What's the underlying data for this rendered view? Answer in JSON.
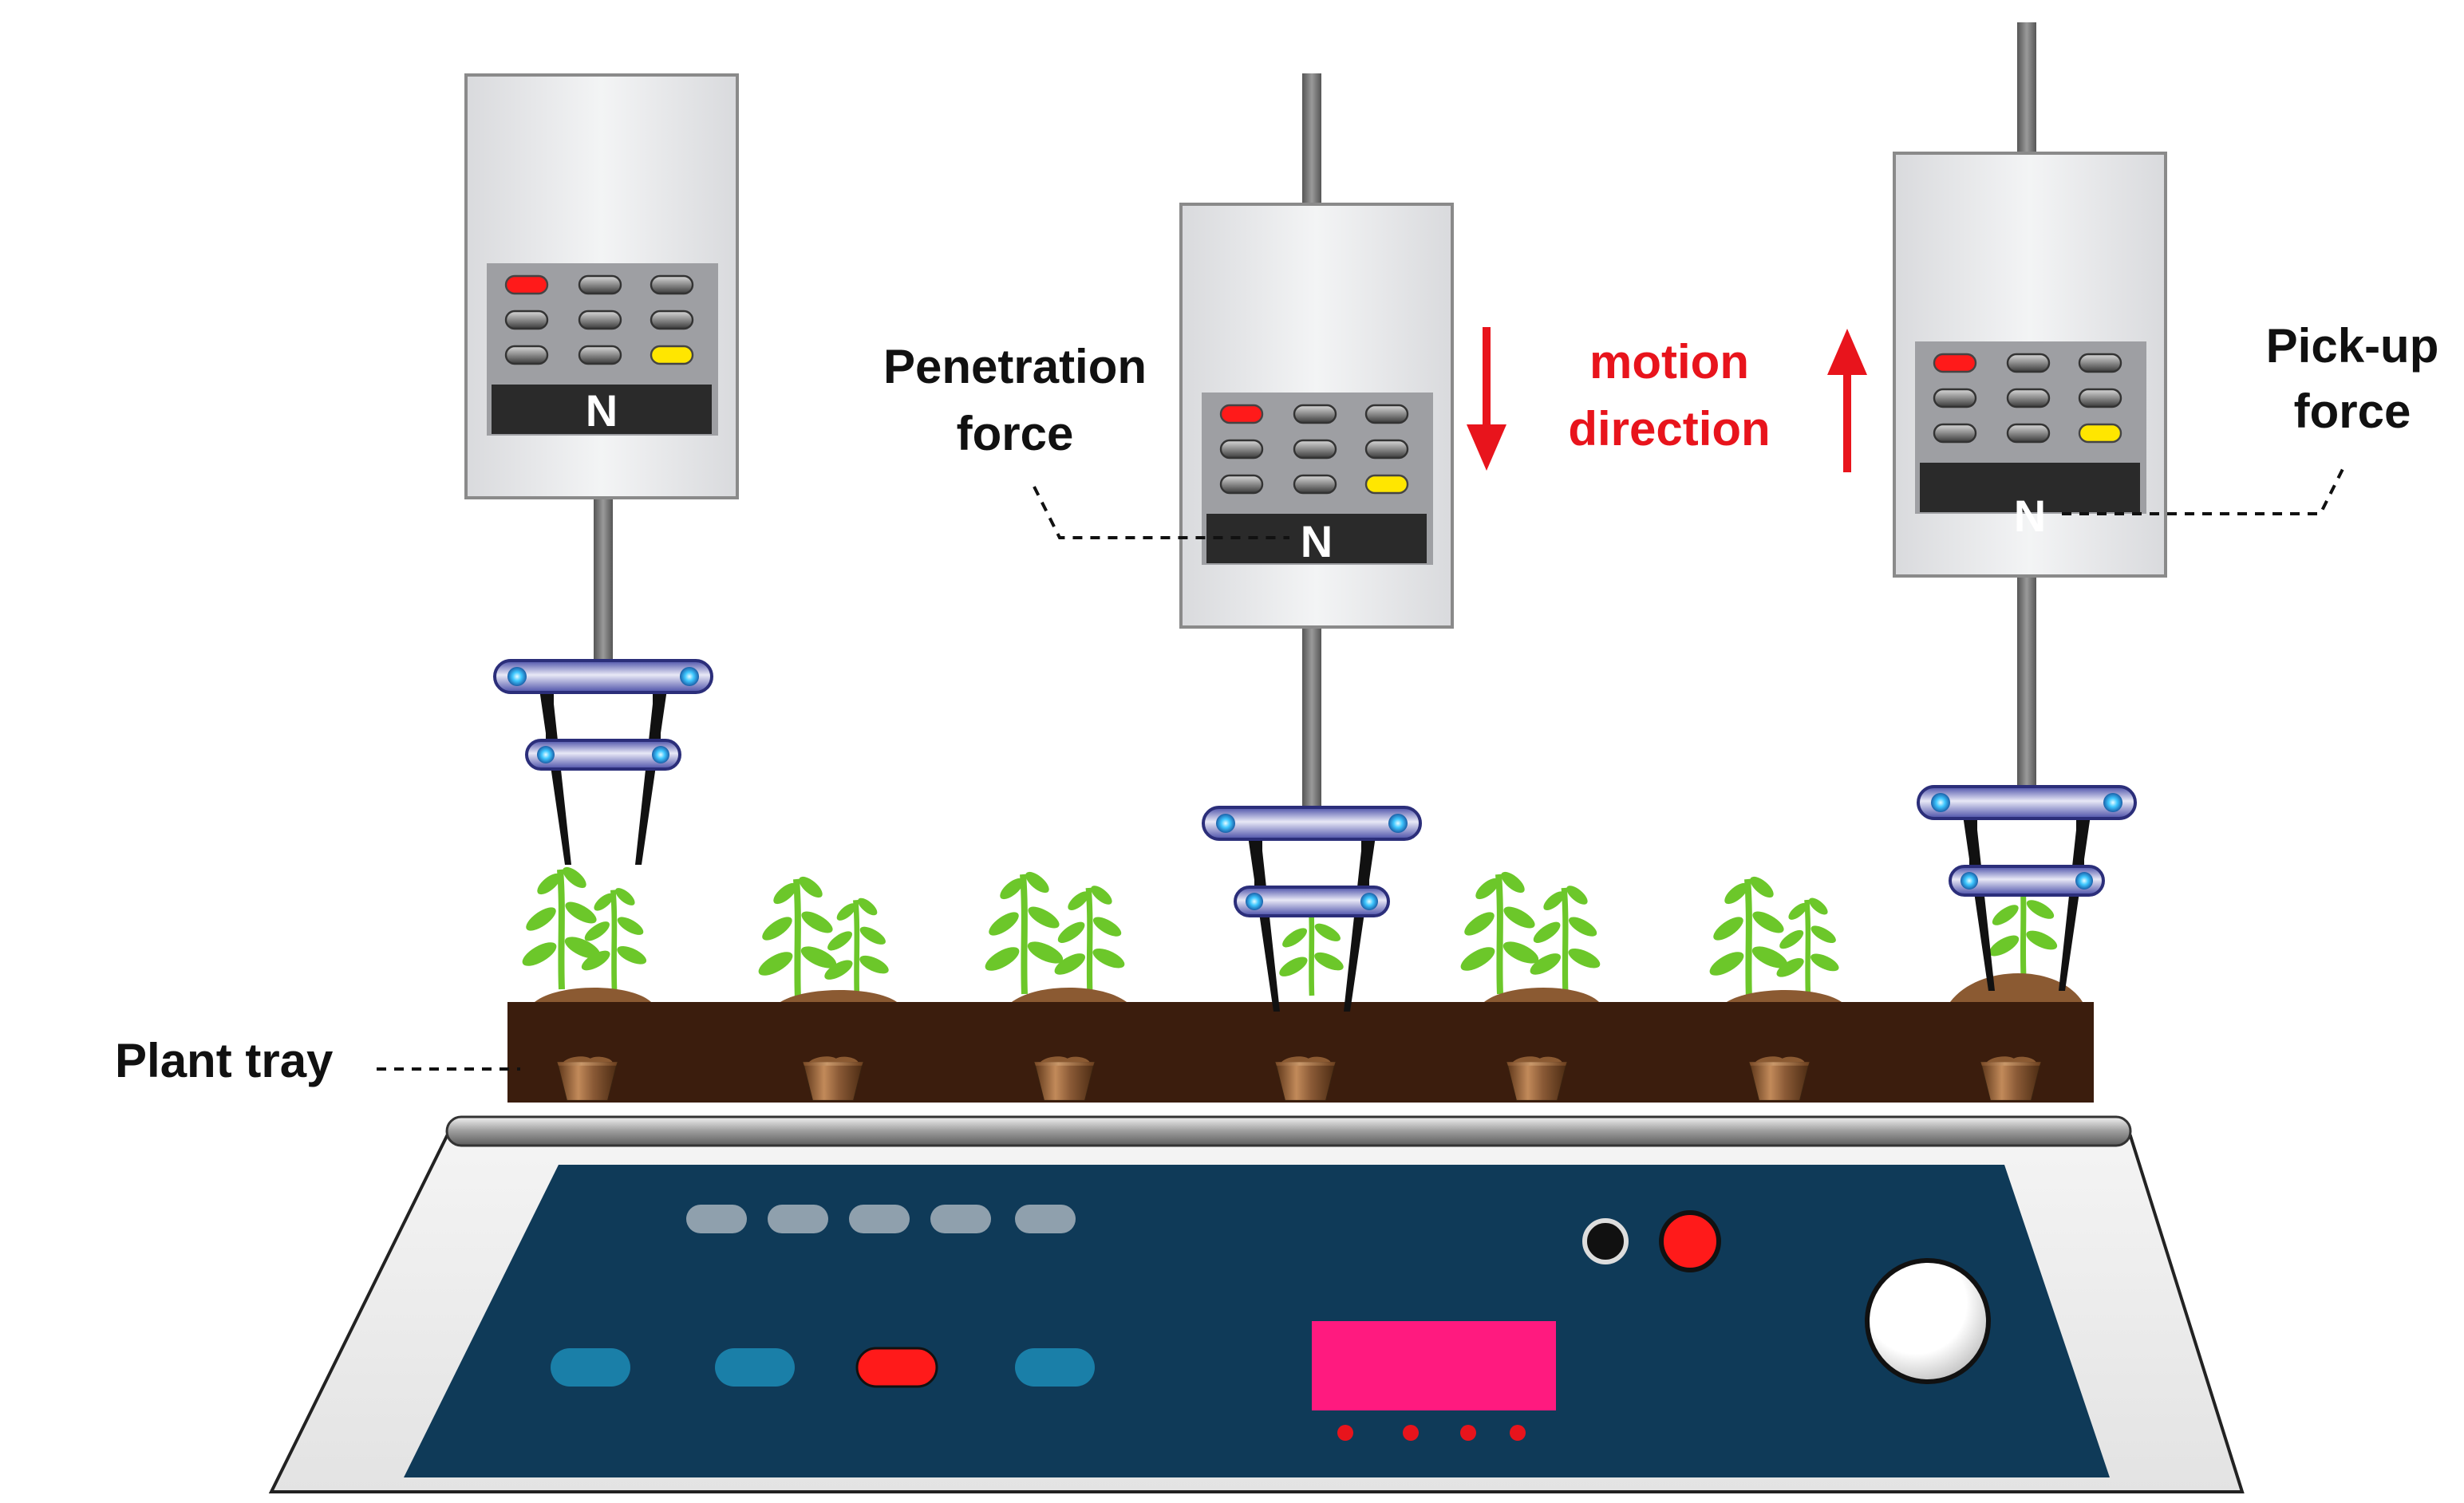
{
  "labels": {
    "penetration_force_line1": "Penetration",
    "penetration_force_line2": "force",
    "motion_direction_line1": "motion",
    "motion_direction_line2": "direction",
    "pickup_force_line1": "Pick-up",
    "pickup_force_line2": "force",
    "plant_tray": "Plant tray",
    "gauge_unit": "N"
  },
  "colors": {
    "annotation_red": "#e8141c",
    "instrument_panel": "#0f3a58",
    "display_pink": "#ff1a7f",
    "pot_brown": "#8a5a36",
    "plant_green": "#6cc72a",
    "gauge_body": "#e9eaec",
    "led_blue": "#3fc8ff"
  },
  "icons": {
    "down_arrow": "arrow-down-icon",
    "up_arrow": "arrow-up-icon",
    "plant": "seedling-icon",
    "force_gauge": "force-gauge-icon",
    "gripper": "gripper-icon",
    "knob": "knob-icon"
  }
}
